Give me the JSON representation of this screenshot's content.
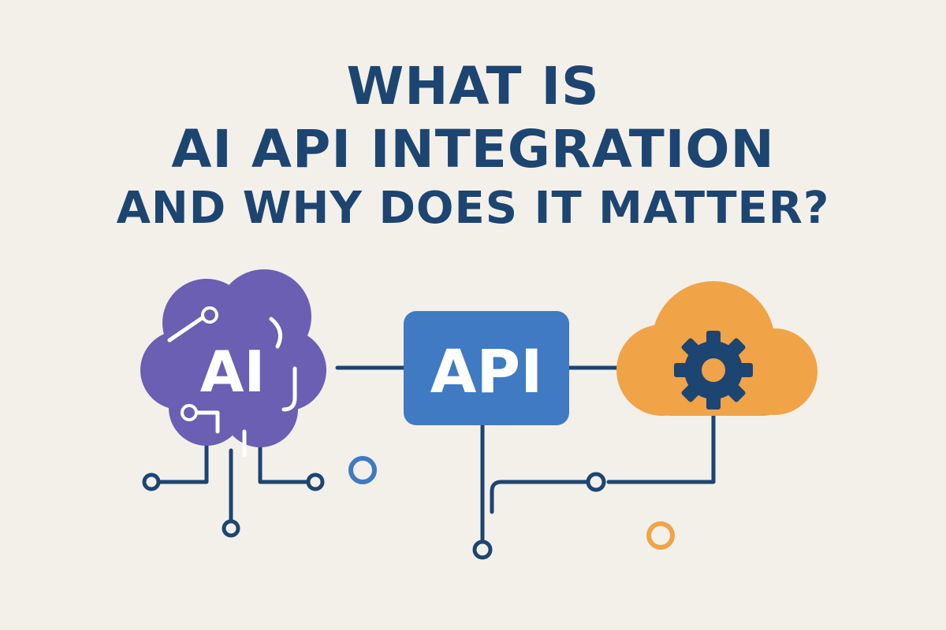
{
  "title": {
    "line1": "WHAT IS",
    "line2": "AI API INTEGRATION",
    "line3": "AND WHY DOES IT MATTER?"
  },
  "diagram": {
    "ai_label": "AI",
    "api_label": "API"
  },
  "colors": {
    "background": "#f3f0ea",
    "title": "#1d4571",
    "brain": "#6a5fb2",
    "api_box": "#3f7ac2",
    "cloud": "#f0a347",
    "lines": "#1d4571",
    "accent_blue": "#3f7ac2",
    "accent_orange": "#f0a347"
  },
  "icons": [
    "brain-icon",
    "cloud-icon",
    "gear-icon"
  ]
}
